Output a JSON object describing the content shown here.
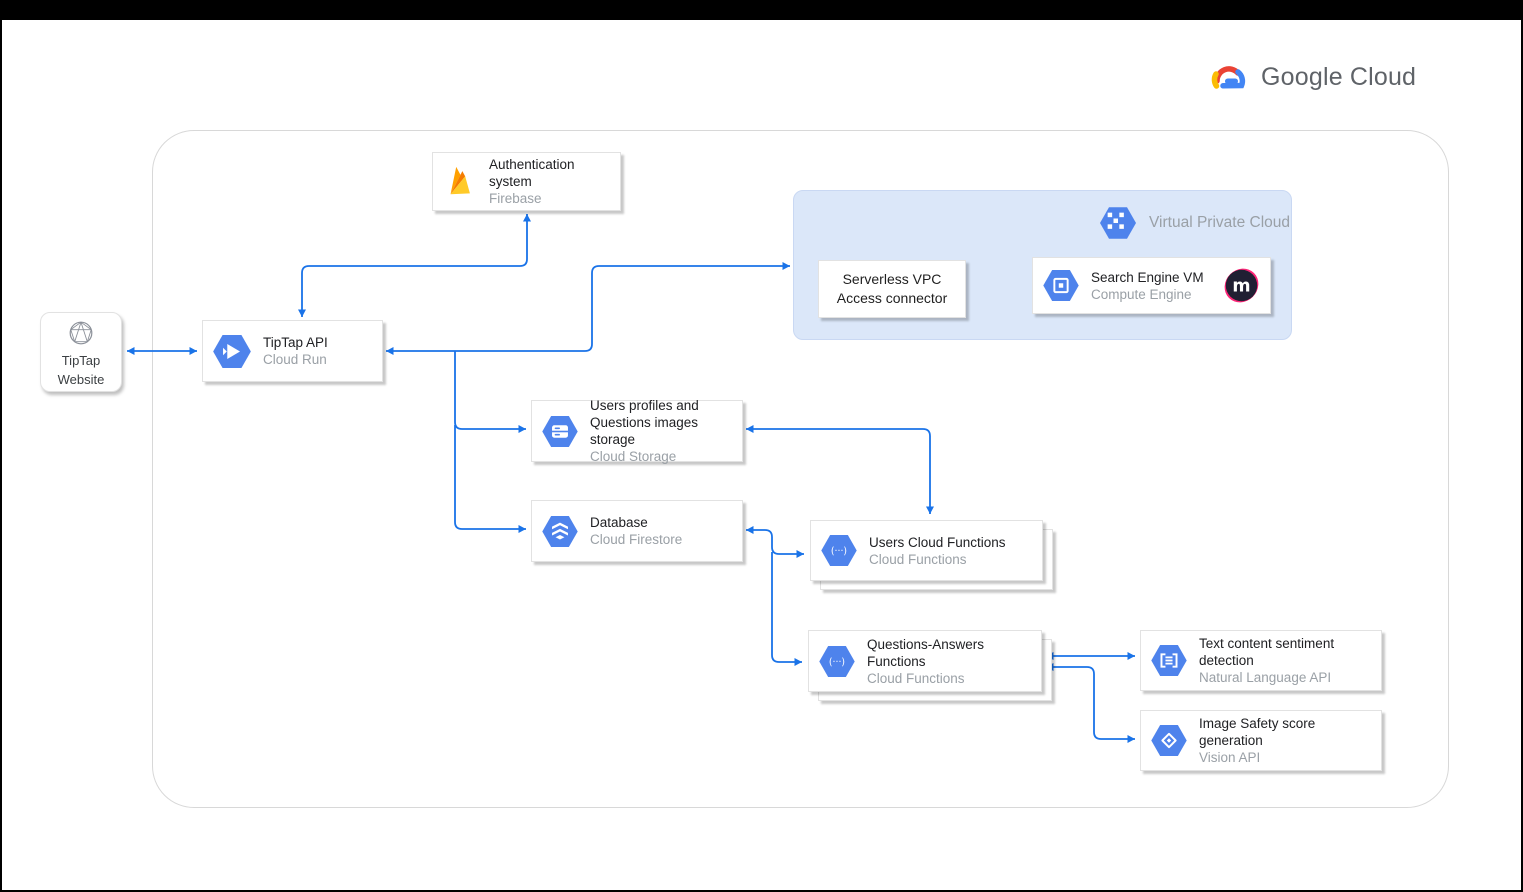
{
  "logo": {
    "google": "Google",
    "cloud": "Cloud"
  },
  "colors": {
    "arrow_blue": "#1a73e8",
    "icon_blue": "#4e83ec",
    "vpc_background": "#dbe7f9",
    "firebase_orange": "#ffa000",
    "firebase_dark_orange": "#f57c00",
    "firebase_yellow": "#ffca28",
    "meilisearch_pink": "#fb2576",
    "meilisearch_navy": "#201f33"
  },
  "nodes": {
    "website": {
      "line1": "TipTap",
      "line2": "Website"
    },
    "api": {
      "title": "TipTap API",
      "subtitle": "Cloud Run"
    },
    "auth": {
      "title": "Authentication system",
      "subtitle": "Firebase"
    },
    "vpc": {
      "label": "Virtual Private Cloud"
    },
    "serverless": {
      "line1": "Serverless VPC",
      "line2": "Access connector"
    },
    "search_vm": {
      "title": "Search Engine VM",
      "subtitle": "Compute Engine",
      "badge_letter": "m"
    },
    "storage": {
      "title_line1": "Users profiles and",
      "title_line2": "Questions images storage",
      "subtitle": "Cloud Storage"
    },
    "database": {
      "title": "Database",
      "subtitle": "Cloud Firestore"
    },
    "users_functions": {
      "title": "Users Cloud Functions",
      "subtitle": "Cloud Functions"
    },
    "qa_functions": {
      "title": "Questions-Answers Functions",
      "subtitle": "Cloud Functions"
    },
    "nlp": {
      "title": "Text content sentiment detection",
      "subtitle": "Natural Language API"
    },
    "vision": {
      "title": "Image Safety score generation",
      "subtitle": "Vision API"
    }
  },
  "icons": {
    "functions_glyph": "(···)"
  }
}
